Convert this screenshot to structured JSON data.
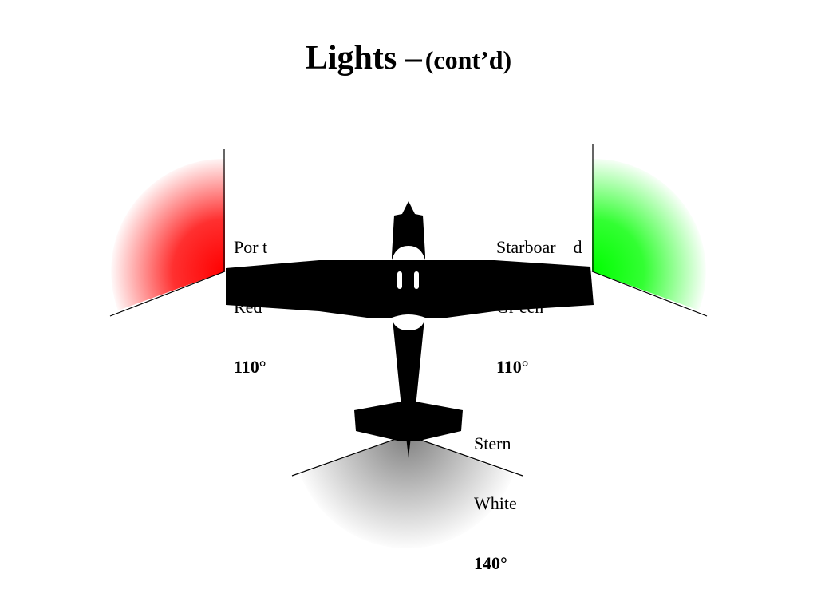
{
  "title": {
    "main": "Lights –",
    "sub": "(cont’d)"
  },
  "lights": {
    "port": {
      "name": "Por t",
      "color_name": "Red",
      "angle": "110°",
      "color": "#ff0000"
    },
    "starboard": {
      "name": "Starboar    d",
      "color_name": "Gr een",
      "angle": "110°",
      "color": "#00ff00"
    },
    "stern": {
      "name": "Stern",
      "color_name": "White",
      "angle": "140°",
      "color": "#888888"
    }
  },
  "aircraft": {
    "silhouette_color": "#000000"
  }
}
